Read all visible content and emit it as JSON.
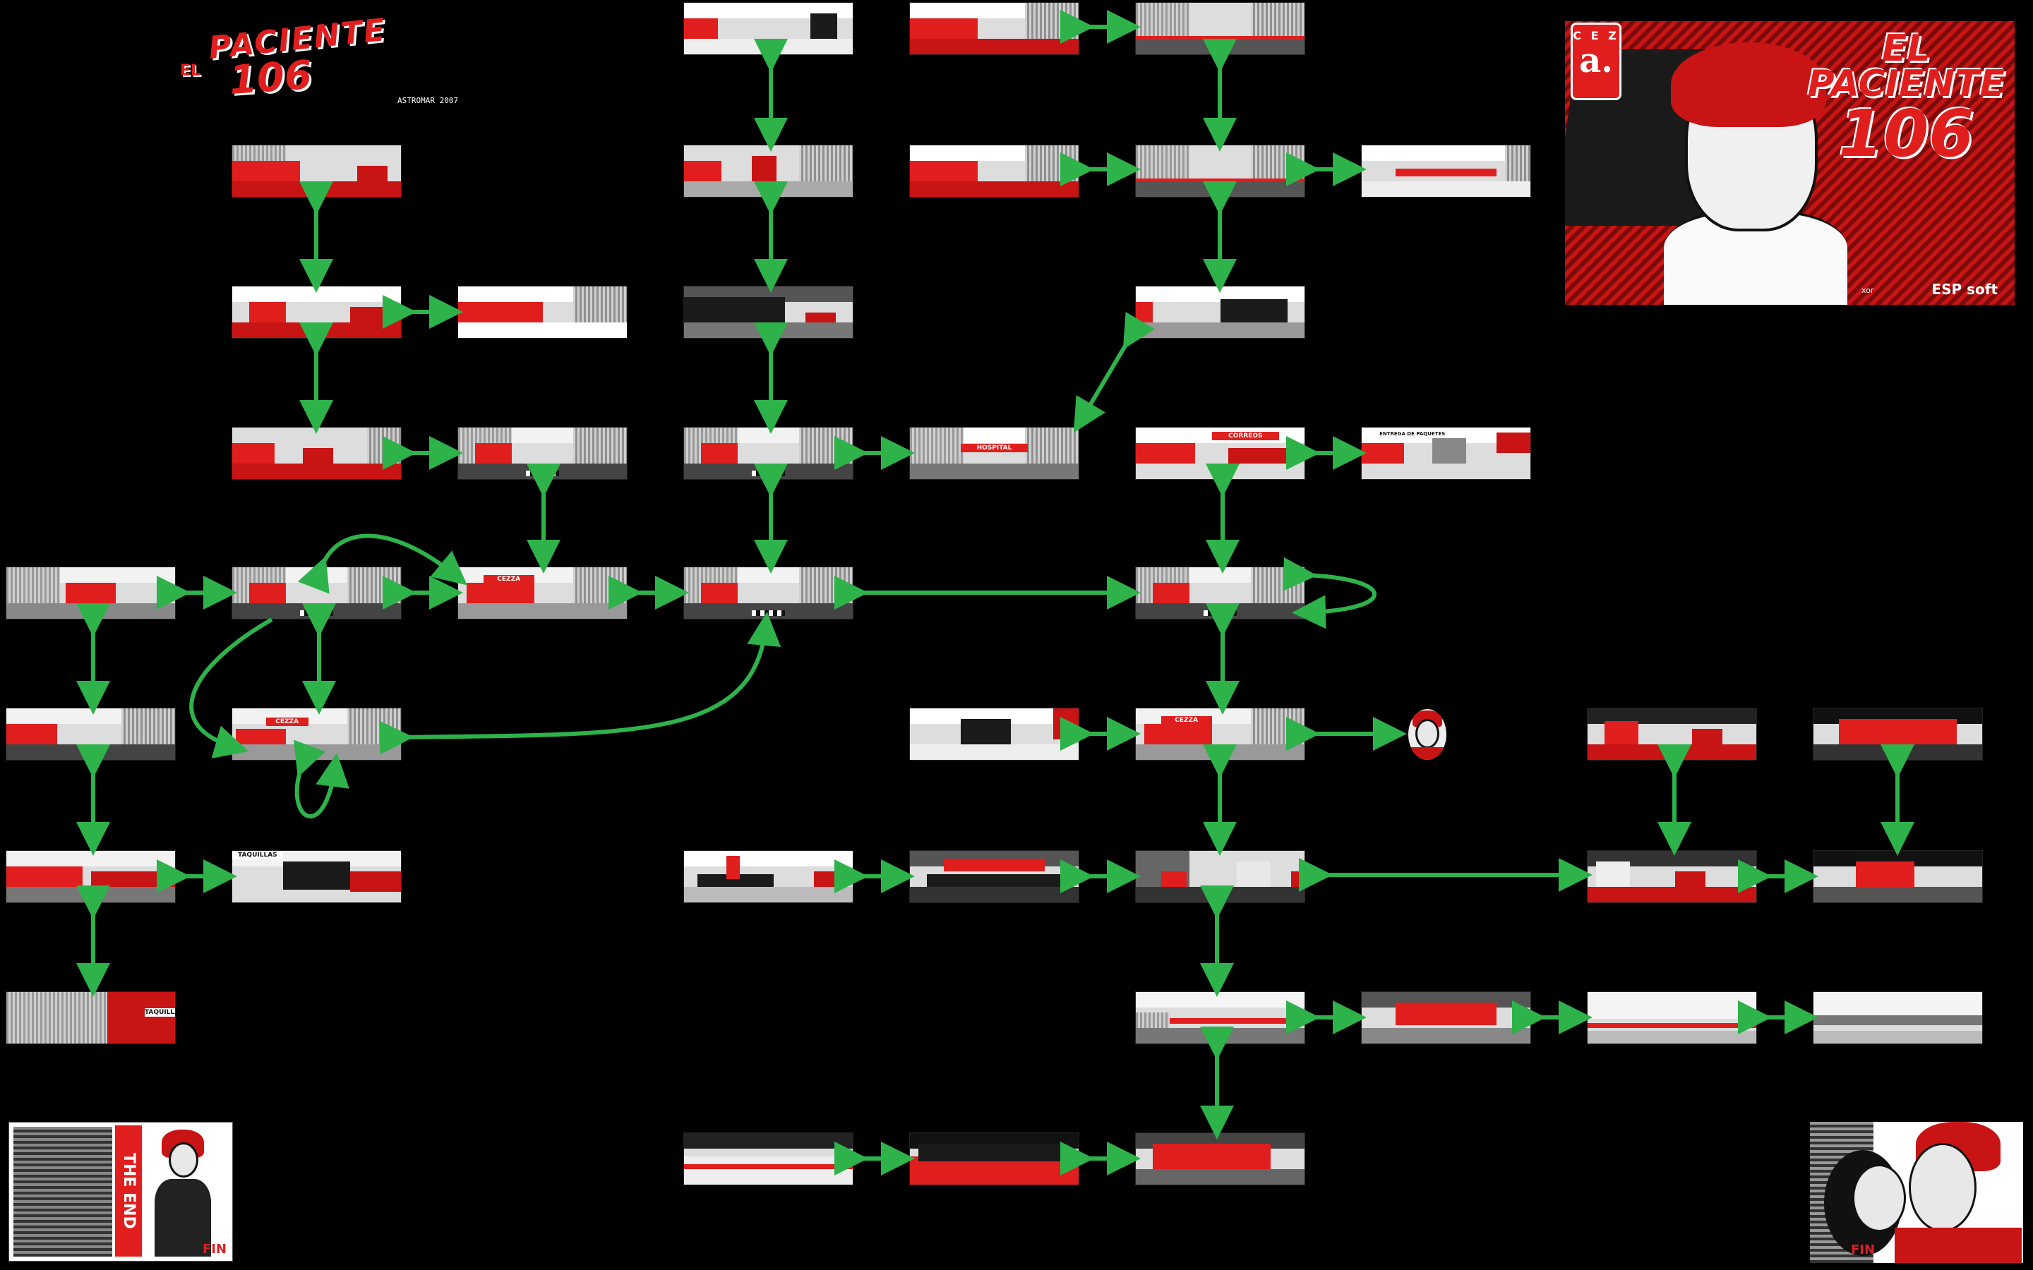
{
  "title_logo": {
    "word_top": "PACIENTE",
    "word_small": "EL",
    "number": "106",
    "credit": "ASTROMAR 2007"
  },
  "cover": {
    "brand_small": "C E Z",
    "brand_big": "a.",
    "title_line1": "EL",
    "title_line2": "PACIENTE",
    "title_line3": "106",
    "publisher": "ESP soft",
    "credit": "xor"
  },
  "rooms": {
    "hospital_sign": "HOSPITAL",
    "shop_sign": "CEZZA",
    "taquillas": "TAQUILLAS",
    "delivery": "ENTREGA DE PAQUETES",
    "letters": "CORREOS"
  },
  "the_end": {
    "banner": "THE END",
    "fin": "FIN"
  },
  "ending": {
    "fin": "FIN"
  },
  "colors": {
    "accent_red": "#e01e1e",
    "arrow_green": "#2eb24a",
    "background": "#000000"
  }
}
